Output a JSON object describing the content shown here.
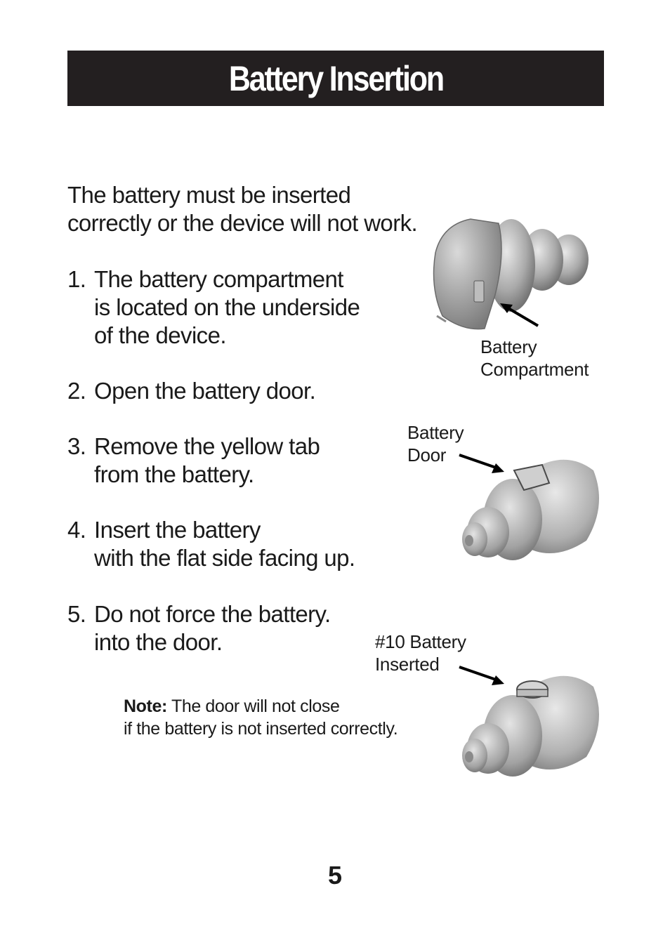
{
  "header": {
    "title": "Battery Insertion"
  },
  "intro": "The battery must be inserted\ncorrectly or the device will not work.",
  "steps": [
    {
      "number": "1.",
      "text": "The battery compartment\nis located on the underside\nof the device."
    },
    {
      "number": "2.",
      "text": "Open the battery door."
    },
    {
      "number": "3.",
      "text": "Remove the yellow tab\nfrom the battery."
    },
    {
      "number": "4.",
      "text": "Insert the battery\nwith the flat side facing up."
    },
    {
      "number": "5.",
      "text": "Do not force the battery.\ninto the door."
    }
  ],
  "note": {
    "label": "Note:",
    "text": " The door will not close\nif the battery is not inserted correctly."
  },
  "captions": {
    "compartment": "Battery\nCompartment",
    "door": "Battery\nDoor",
    "inserted": "#10 Battery\nInserted"
  },
  "page_number": "5"
}
